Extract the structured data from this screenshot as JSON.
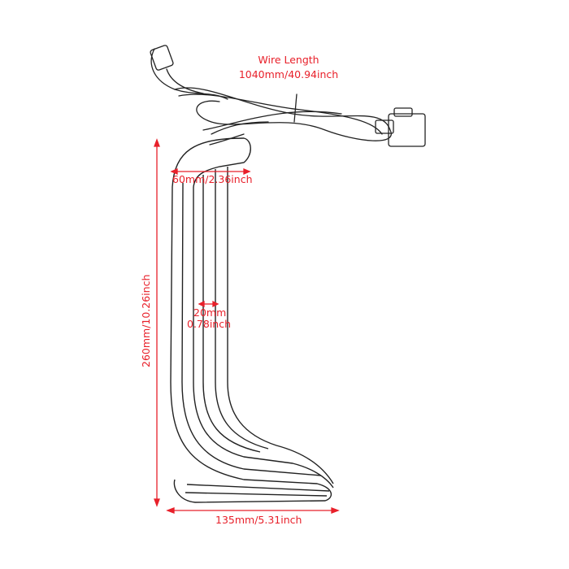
{
  "wire": {
    "title": "Wire Length",
    "value": "1040mm/40.94inch"
  },
  "dimensions": {
    "top_width": "60mm/2.36inch",
    "bar_width_mm": "20mm",
    "bar_width_inch": "0.78inch",
    "height": "260mm/10.26inch",
    "bottom_width": "135mm/5.31inch"
  },
  "colors": {
    "annotation": "#e8202a",
    "line_art": "#222222"
  }
}
